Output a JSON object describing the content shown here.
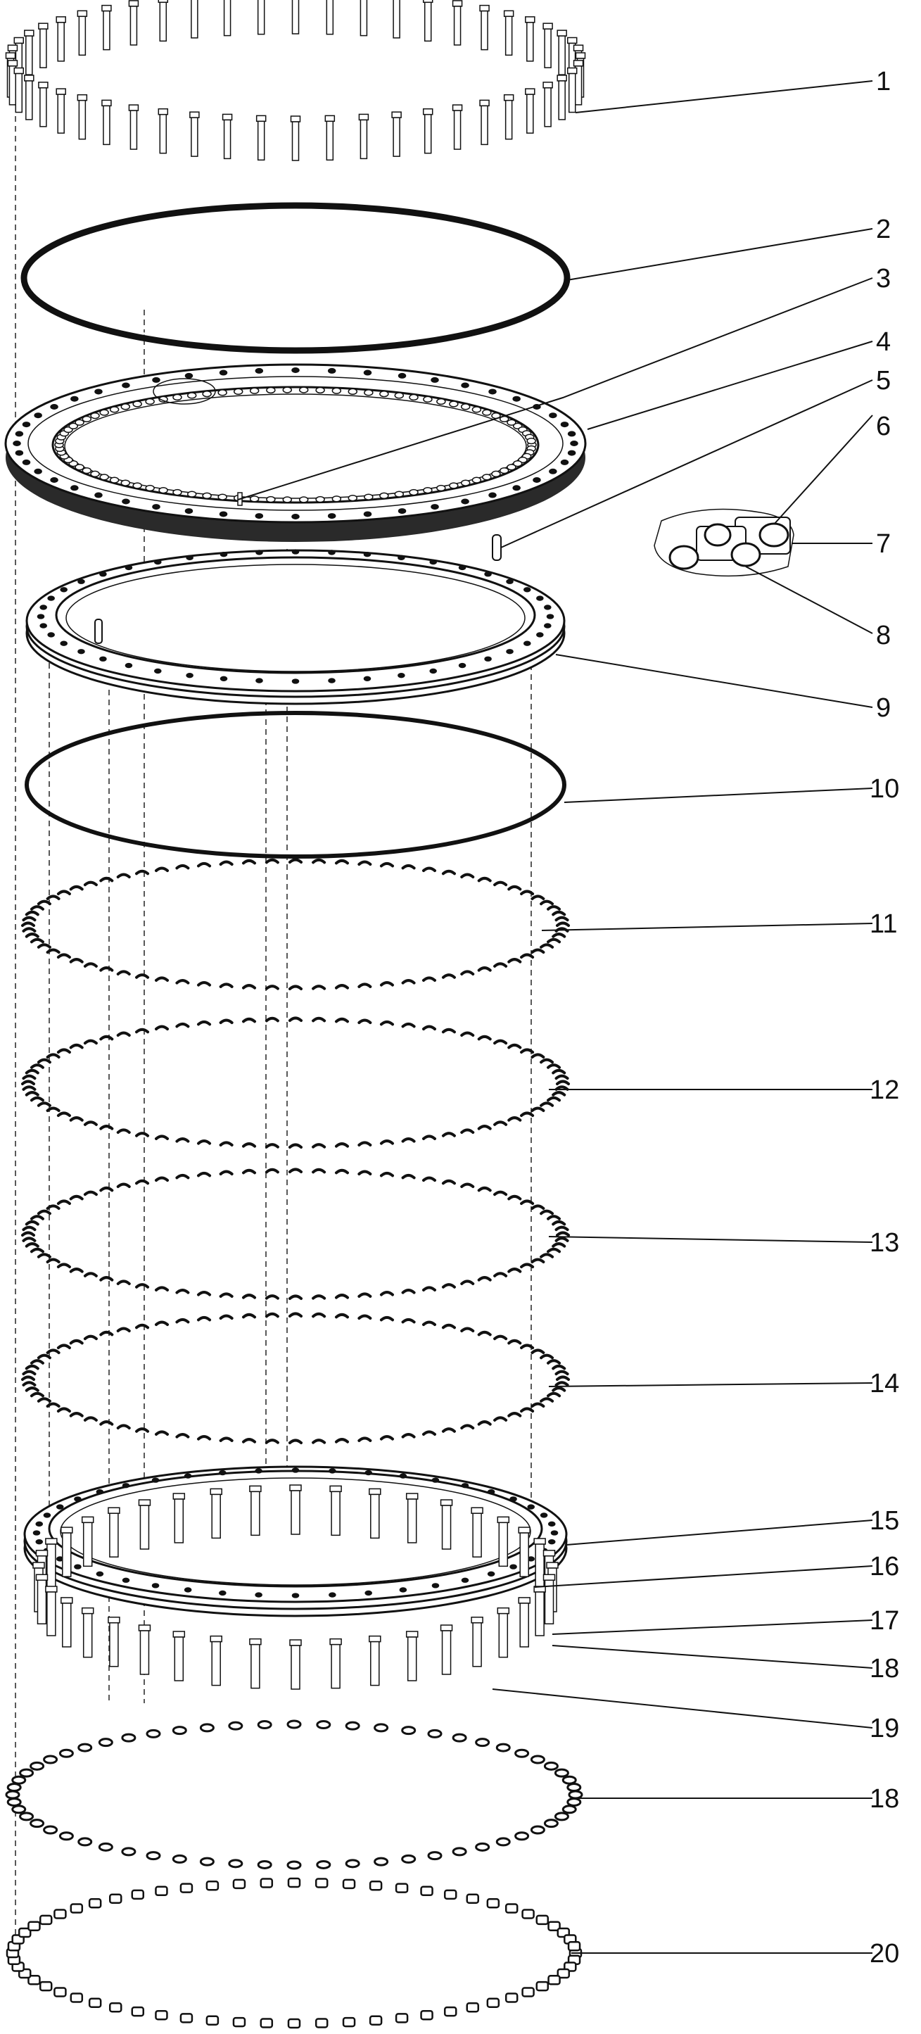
{
  "diagram": {
    "callouts": [
      {
        "id": "c1",
        "text": "1"
      },
      {
        "id": "c2",
        "text": "2"
      },
      {
        "id": "c3",
        "text": "3"
      },
      {
        "id": "c4",
        "text": "4"
      },
      {
        "id": "c5",
        "text": "5"
      },
      {
        "id": "c6",
        "text": "6"
      },
      {
        "id": "c7",
        "text": "7"
      },
      {
        "id": "c8",
        "text": "8"
      },
      {
        "id": "c9",
        "text": "9"
      },
      {
        "id": "c10",
        "text": "10"
      },
      {
        "id": "c11",
        "text": "11"
      },
      {
        "id": "c12",
        "text": "12"
      },
      {
        "id": "c13",
        "text": "13"
      },
      {
        "id": "c14",
        "text": "14"
      },
      {
        "id": "c15",
        "text": "15"
      },
      {
        "id": "c16",
        "text": "16"
      },
      {
        "id": "c17",
        "text": "17"
      },
      {
        "id": "c18a",
        "text": "18"
      },
      {
        "id": "c19",
        "text": "19"
      },
      {
        "id": "c18b",
        "text": "18"
      },
      {
        "id": "c20",
        "text": "20"
      }
    ]
  }
}
